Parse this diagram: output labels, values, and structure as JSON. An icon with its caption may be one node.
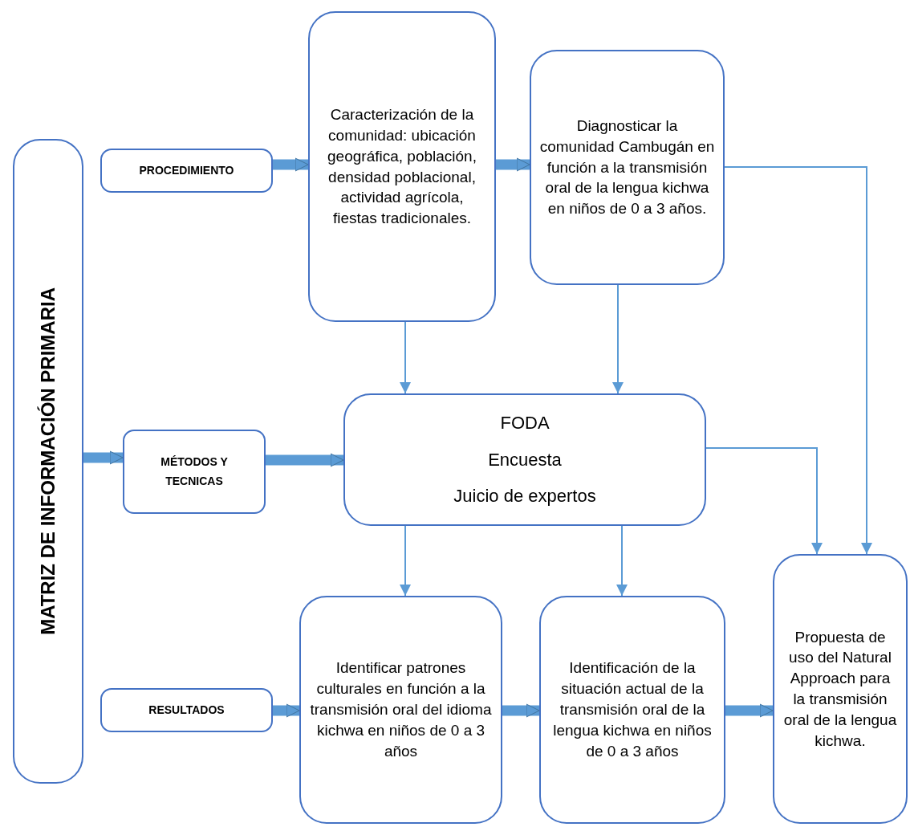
{
  "diagram": {
    "nodes": [
      {
        "text": [
          "MATRIZ DE INFORMACIÓN PRIMARIA"
        ]
      },
      {
        "text": [
          "PROCEDIMIENTO"
        ]
      },
      {
        "text": [
          "Caracterización de la comunidad: ubicación geográfica, población, densidad poblacional, actividad agrícola, fiestas tradicionales."
        ]
      },
      {
        "text": [
          "Diagnosticar la comunidad Cambugán en función a la transmisión oral de la lengua kichwa en niños de 0 a 3 años."
        ]
      },
      {
        "text": [
          "MÉTODOS Y TECNICAS"
        ]
      },
      {
        "text": [
          "FODA",
          "Encuesta",
          "Juicio de expertos"
        ]
      },
      {
        "text": [
          "RESULTADOS"
        ]
      },
      {
        "text": [
          "Identificar patrones culturales en función a la transmisión oral del idioma kichwa en niños de 0 a 3 años"
        ]
      },
      {
        "text": [
          "Identificación de la situación actual de la transmisión oral de la lengua kichwa en niños de 0 a 3 años"
        ]
      },
      {
        "text": [
          "Propuesta de uso del Natural Approach para la transmisión oral de la lengua kichwa."
        ]
      }
    ],
    "edges": [
      {
        "from": 1,
        "to": 2,
        "arrow": "to"
      },
      {
        "from": 2,
        "to": 3,
        "arrow": "to"
      },
      {
        "from": 0,
        "to": 4,
        "arrow": "to"
      },
      {
        "from": 4,
        "to": 5,
        "arrow": "to"
      },
      {
        "from": 6,
        "to": 7,
        "arrow": "to"
      },
      {
        "from": 7,
        "to": 8,
        "arrow": "to"
      },
      {
        "from": 8,
        "to": 9,
        "arrow": "to"
      },
      {
        "from": 2,
        "to": 5,
        "arrow": "to"
      },
      {
        "from": 3,
        "to": 5,
        "arrow": "to"
      },
      {
        "from": 5,
        "to": 7,
        "arrow": "to"
      },
      {
        "from": 5,
        "to": 8,
        "arrow": "to"
      },
      {
        "from": 3,
        "to": 9,
        "arrow": "to"
      },
      {
        "from": 5,
        "to": 9,
        "arrow": "to"
      }
    ]
  }
}
